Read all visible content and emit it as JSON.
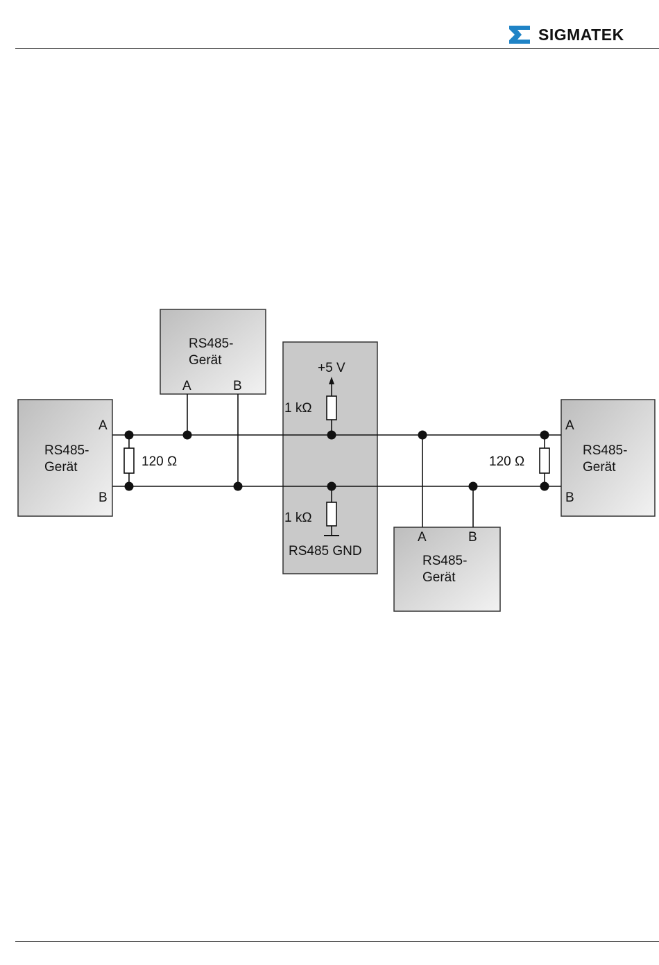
{
  "header": {
    "brand": "SIGMATEK",
    "logo_color": "#1f83c6"
  },
  "diagram": {
    "box_fill_light": "#f2f2f2",
    "box_fill_dark": "#bdbdbd",
    "devices": {
      "left": {
        "name_line1": "RS485-",
        "name_line2": "Gerät",
        "pin_a": "A",
        "pin_b": "B"
      },
      "top": {
        "name_line1": "RS485-",
        "name_line2": "Gerät",
        "pin_a": "A",
        "pin_b": "B"
      },
      "bottom": {
        "name_line1": "RS485-",
        "name_line2": "Gerät",
        "pin_a": "A",
        "pin_b": "B"
      },
      "right": {
        "name_line1": "RS485-",
        "name_line2": "Gerät",
        "pin_a": "A",
        "pin_b": "B"
      }
    },
    "termination_left": "120 Ω",
    "termination_right": "120 Ω",
    "bias": {
      "supply": "+5 V",
      "pullup": "1 kΩ",
      "pulldown": "1 kΩ",
      "ground": "RS485 GND"
    }
  }
}
